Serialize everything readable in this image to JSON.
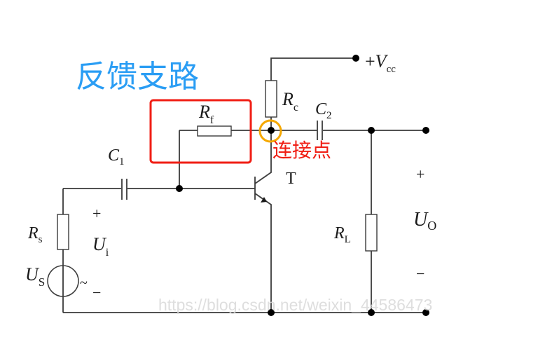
{
  "annotations": {
    "feedback_branch_label": "反馈支路",
    "connection_point_label": "连接点",
    "colors": {
      "feedback_label": "#2a9df4",
      "feedback_box": "#f01e14",
      "connection_label": "#f01e14",
      "connection_circle": "#f5a800"
    }
  },
  "components": {
    "rf": {
      "main": "R",
      "sub": "f"
    },
    "rc": {
      "main": "R",
      "sub": "c"
    },
    "c1": {
      "main": "C",
      "sub": "1"
    },
    "c2": {
      "main": "C",
      "sub": "2"
    },
    "rs": {
      "main": "R",
      "sub": "s"
    },
    "rl": {
      "main": "R",
      "sub": "L"
    },
    "us": {
      "main": "U",
      "sub": "S"
    },
    "transistor": "T",
    "vcc": {
      "prefix": "+",
      "main": "V",
      "sub": "cc"
    }
  },
  "signals": {
    "ui": {
      "main": "U",
      "sub": "i",
      "plus": "+"
    },
    "uo": {
      "main": "U",
      "sub": "O",
      "plus": "+",
      "minus": "−"
    },
    "us_minus": "−",
    "ac_symbol": "~"
  },
  "watermark": "https://blog.csdn.net/weixin_44586473"
}
